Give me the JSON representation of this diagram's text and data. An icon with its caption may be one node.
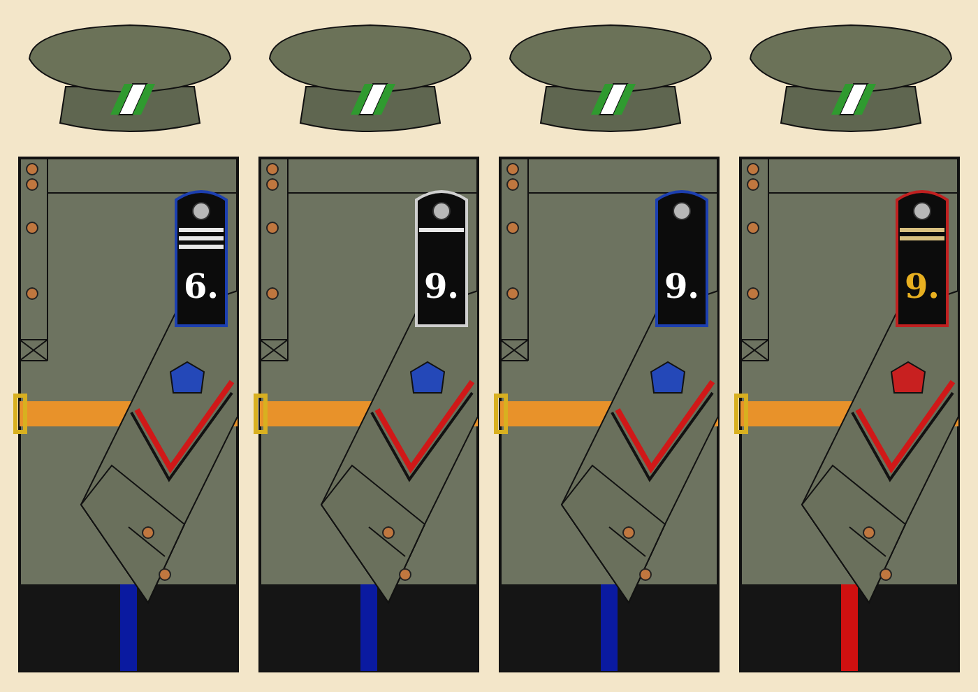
{
  "diagram": {
    "labels": [
      "6.",
      "9.",
      "9.",
      "9."
    ]
  }
}
